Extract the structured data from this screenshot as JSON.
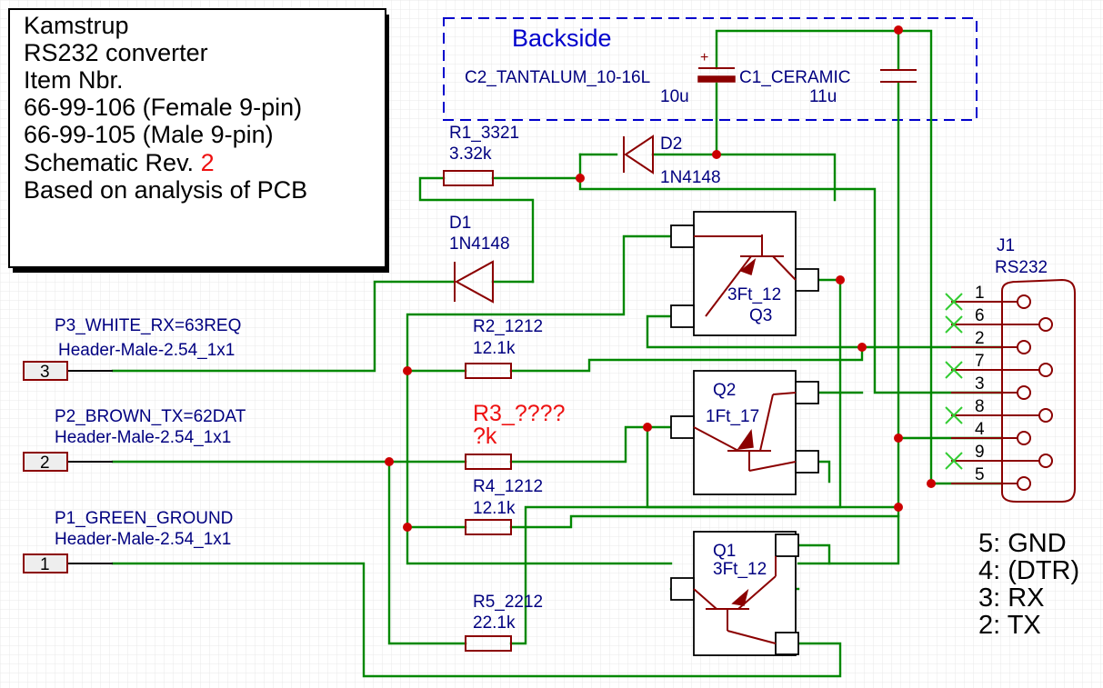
{
  "title_block": {
    "lines": [
      "Kamstrup",
      "RS232 converter",
      "Item Nbr.",
      "66-99-106 (Female 9-pin)",
      "66-99-105 (Male 9-pin)",
      "Schematic Rev. ",
      "Based on analysis of PCB"
    ],
    "rev_number": "2",
    "rev_color": "#ee1111"
  },
  "backside": {
    "label": "Backside",
    "border_color": "#0000cc",
    "c2": {
      "name": "C2_TANTALUM_10-16L",
      "value": "10u",
      "polarity": "+"
    },
    "c1": {
      "name": "C1_CERAMIC",
      "value": "11u"
    }
  },
  "resistors": {
    "r1": {
      "name": "R1_3321",
      "value": "3.32k"
    },
    "r2": {
      "name": "R2_1212",
      "value": "12.1k"
    },
    "r3": {
      "name": "R3_????",
      "value": "?k"
    },
    "r4": {
      "name": "R4_1212",
      "value": "12.1k"
    },
    "r5": {
      "name": "R5_2212",
      "value": "22.1k"
    }
  },
  "diodes": {
    "d1": {
      "name": "D1",
      "value": "1N4148"
    },
    "d2": {
      "name": "D2",
      "value": "1N4148"
    }
  },
  "transistors": {
    "q1": {
      "name": "Q1",
      "value": "3Ft_12"
    },
    "q2": {
      "name": "Q2",
      "value": "1Ft_17"
    },
    "q3": {
      "name": "Q3",
      "value": "3Ft_12"
    }
  },
  "headers": [
    {
      "name": "P3_WHITE_RX=63REQ",
      "footprint": "Header-Male-2.54_1x1",
      "pin": "3"
    },
    {
      "name": "P2_BROWN_TX=62DAT",
      "footprint": "Header-Male-2.54_1x1",
      "pin": "2"
    },
    {
      "name": "P1_GREEN_GROUND",
      "footprint": "Header-Male-2.54_1x1",
      "pin": "1"
    }
  ],
  "connector": {
    "name": "J1",
    "value": "RS232",
    "pins": [
      "1",
      "6",
      "2",
      "7",
      "3",
      "8",
      "4",
      "9",
      "5"
    ],
    "not_connected": [
      "1",
      "6",
      "7",
      "8",
      "9"
    ]
  },
  "legend": [
    "5: GND",
    "4: (DTR)",
    "3: RX",
    "2: TX"
  ],
  "colors": {
    "wire": "#008800",
    "component": "#8b0000",
    "label": "#000080",
    "junction": "#cc0000",
    "grid": "#e4e4e4"
  }
}
